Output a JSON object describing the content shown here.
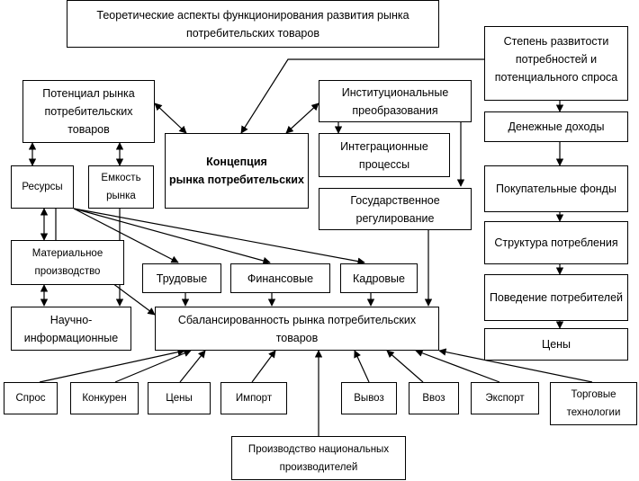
{
  "diagram": {
    "title": "Теоретические аспекты функционирования развития рынка потребительских товаров",
    "potential": "Потенциал рынка потребительских товаров",
    "concept": "Концепция\nрынка потребительских",
    "institutional": "Институциональные преобразования",
    "integration": "Интеграционные процессы",
    "government": "Государственное регулирование",
    "resources": "Ресурсы",
    "capacity": "Емкость рынка",
    "material": "Материальное производство",
    "scientific": "Научно-информационные",
    "labor": "Трудовые",
    "financial": "Финансовые",
    "personnel": "Кадровые",
    "balance": "Сбалансированность рынка потребительских товаров",
    "development_degree": "Степень развитости потребностей и потенциального спроса",
    "income": "Денежные доходы",
    "purchasing_funds": "Покупательные фонды",
    "consumption_structure": "Структура потребления",
    "consumer_behavior": "Поведение потребителей",
    "prices_right": "Цены",
    "demand": "Спрос",
    "competition": "Конкурен",
    "prices_bottom": "Цены",
    "import": "Импорт",
    "outflow": "Вывоз",
    "inflow": "Ввоз",
    "export": "Экспорт",
    "trade_tech": "Торговые технологии",
    "national_production": "Производство национальных производителей"
  }
}
